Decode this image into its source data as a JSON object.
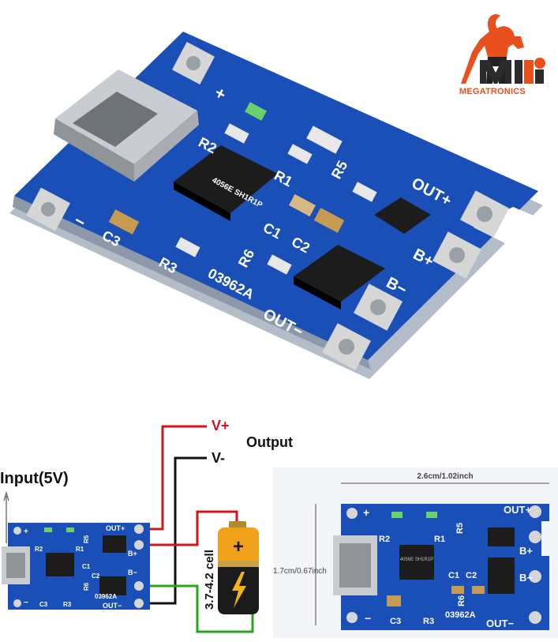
{
  "logo": {
    "text": "MEGATRONICS",
    "accent": "#e8501e",
    "dark": "#222222"
  },
  "board_top": {
    "labels": {
      "r2": "R2",
      "r1": "R1",
      "r5": "R5",
      "c1": "C1",
      "c2": "C2",
      "c3": "C3",
      "r3": "R3",
      "r6": "R6",
      "plus": "+",
      "minus": "−",
      "out_plus": "OUT+",
      "b_plus": "B+",
      "b_minus": "B−",
      "out_minus": "OUT−",
      "code": "03962A",
      "ic": "4056E SH1R1P"
    }
  },
  "wiring": {
    "v_plus": "V+",
    "v_minus": "V-",
    "output": "Output",
    "input": "Input(5V)",
    "cell": "3.7-4.2 cell",
    "battery_plus": "+",
    "colors": {
      "red": "#d0151b",
      "black": "#111111",
      "green": "#27a51e"
    },
    "small_board": {
      "out_plus": "OUT+",
      "b_plus": "B+",
      "b_minus": "B−",
      "out_minus": "OUT−",
      "r2": "R2",
      "r1": "R1",
      "r5": "R5",
      "c1": "C1",
      "c2": "C2",
      "c3": "C3",
      "r3": "R3",
      "r6": "R6",
      "code": "03962A",
      "plus": "+",
      "minus": "−"
    }
  },
  "dimensioned_board": {
    "width_label": "2.6cm/1.02inch",
    "height_label": "1.7cm/0.67inch",
    "labels": {
      "plus": "+",
      "minus": "−",
      "r2": "R2",
      "r1": "R1",
      "r5": "R5",
      "c1": "C1",
      "c2": "C2",
      "c3": "C3",
      "r3": "R3",
      "r6": "R6",
      "out_plus": "OUT+",
      "b_plus": "B+",
      "b_minus": "B−",
      "out_minus": "OUT−",
      "code": "03962A",
      "ic": "4056E SH1R1P"
    }
  },
  "colors": {
    "pcb": "#1a4fb8",
    "pcb_dark": "#0f3a8f",
    "pcb_edge": "#b7c2cf",
    "pad": "#d9d9d9",
    "chip": "#1c1c1c"
  }
}
